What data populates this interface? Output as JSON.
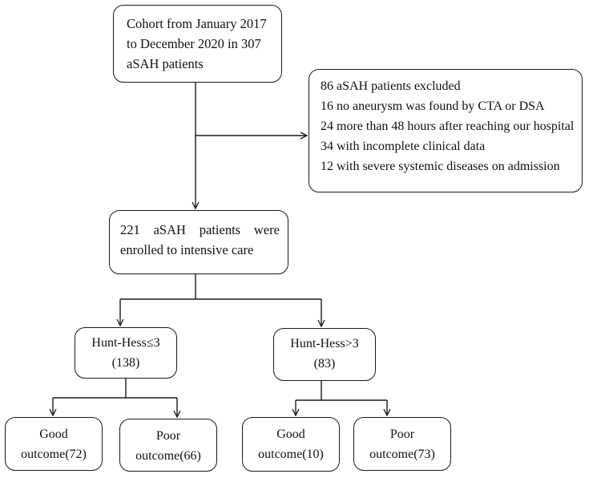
{
  "cohort": {
    "lines": [
      "Cohort from January 2017",
      "to December 2020 in 307",
      "aSAH patients"
    ]
  },
  "excluded": {
    "lines": [
      "86 aSAH patients excluded",
      "16 no aneurysm was found by CTA or DSA",
      "24 more than 48 hours after reaching our hospital",
      "34 with incomplete clinical data",
      "12 with severe systemic diseases on admission"
    ]
  },
  "enrolled": {
    "line1_words": [
      "221",
      "aSAH",
      "patients",
      "were"
    ],
    "line2": "enrolled to intensive care"
  },
  "hunt_hess_low": {
    "label": "Hunt-Hess≤3",
    "count": "(138)"
  },
  "hunt_hess_high": {
    "label": "Hunt-Hess>3",
    "count": "(83)"
  },
  "outcomes": {
    "low_good": {
      "line1": "Good",
      "line2": "outcome(72)"
    },
    "low_poor": {
      "line1": "Poor",
      "line2": "outcome(66)"
    },
    "high_good": {
      "line1": "Good",
      "line2": "outcome(10)"
    },
    "high_poor": {
      "line1": "Poor",
      "line2": "outcome(73)"
    }
  },
  "colors": {
    "stroke": "#1a1a1a",
    "text": "#111111",
    "background": "#ffffff"
  }
}
